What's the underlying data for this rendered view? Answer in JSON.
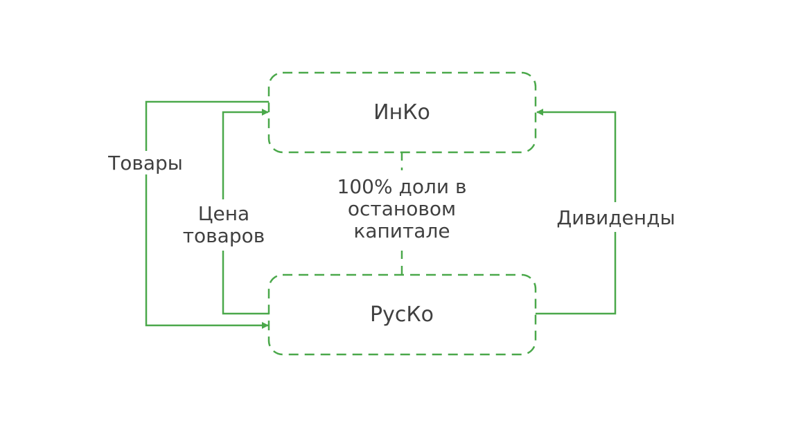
{
  "nodes": {
    "top": "ИнКо",
    "bottom": "РусКо"
  },
  "edges": {
    "goods": "Товары",
    "goods_price_line1": "Цена",
    "goods_price_line2": "товаров",
    "ownership_line1": "100% доли в",
    "ownership_line2": "остановом",
    "ownership_line3": "капитале",
    "dividends": "Дивиденды"
  },
  "colors": {
    "accent": "#4aa84a",
    "text": "#404040"
  }
}
